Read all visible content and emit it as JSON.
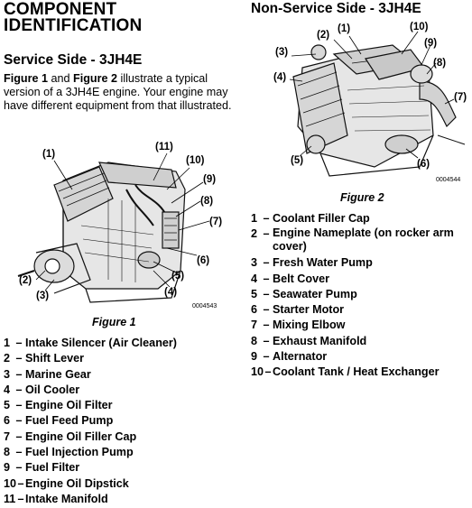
{
  "left": {
    "title_line1": "COMPONENT",
    "title_line2": "IDENTIFICATION",
    "subtitle": "Service Side - 3JH4E",
    "intro": {
      "fig1": "Figure 1",
      "and": " and ",
      "fig2": "Figure 2",
      "rest": " illustrate a typical version of a 3JH4E engine. Your engine may have different equipment from that illustrated."
    },
    "figure": {
      "caption": "Figure 1",
      "id": "0004543",
      "callouts": [
        "(1)",
        "(2)",
        "(3)",
        "(4)",
        "(5)",
        "(6)",
        "(7)",
        "(8)",
        "(9)",
        "(10)",
        "(11)"
      ]
    },
    "items": [
      {
        "num": "1",
        "label": "Intake Silencer (Air Cleaner)"
      },
      {
        "num": "2",
        "label": "Shift Lever"
      },
      {
        "num": "3",
        "label": "Marine Gear"
      },
      {
        "num": "4",
        "label": "Oil Cooler"
      },
      {
        "num": "5",
        "label": "Engine Oil Filter"
      },
      {
        "num": "6",
        "label": "Fuel Feed Pump"
      },
      {
        "num": "7",
        "label": "Engine Oil Filler Cap"
      },
      {
        "num": "8",
        "label": "Fuel Injection Pump"
      },
      {
        "num": "9",
        "label": "Fuel Filter"
      },
      {
        "num": "10",
        "label": "Engine Oil Dipstick"
      },
      {
        "num": "11",
        "label": "Intake Manifold"
      }
    ]
  },
  "right": {
    "subtitle": "Non-Service Side - 3JH4E",
    "figure": {
      "caption": "Figure 2",
      "id": "0004544",
      "callouts": [
        "(1)",
        "(2)",
        "(3)",
        "(4)",
        "(5)",
        "(6)",
        "(7)",
        "(8)",
        "(9)",
        "(10)"
      ]
    },
    "items": [
      {
        "num": "1",
        "label": "Coolant Filler Cap"
      },
      {
        "num": "2",
        "label": "Engine Nameplate (on rocker arm cover)"
      },
      {
        "num": "3",
        "label": "Fresh Water Pump"
      },
      {
        "num": "4",
        "label": "Belt Cover"
      },
      {
        "num": "5",
        "label": "Seawater Pump"
      },
      {
        "num": "6",
        "label": "Starter Motor"
      },
      {
        "num": "7",
        "label": "Mixing Elbow"
      },
      {
        "num": "8",
        "label": "Exhaust Manifold"
      },
      {
        "num": "9",
        "label": "Alternator"
      },
      {
        "num": "10",
        "label": "Coolant Tank / Heat Exchanger"
      }
    ]
  }
}
